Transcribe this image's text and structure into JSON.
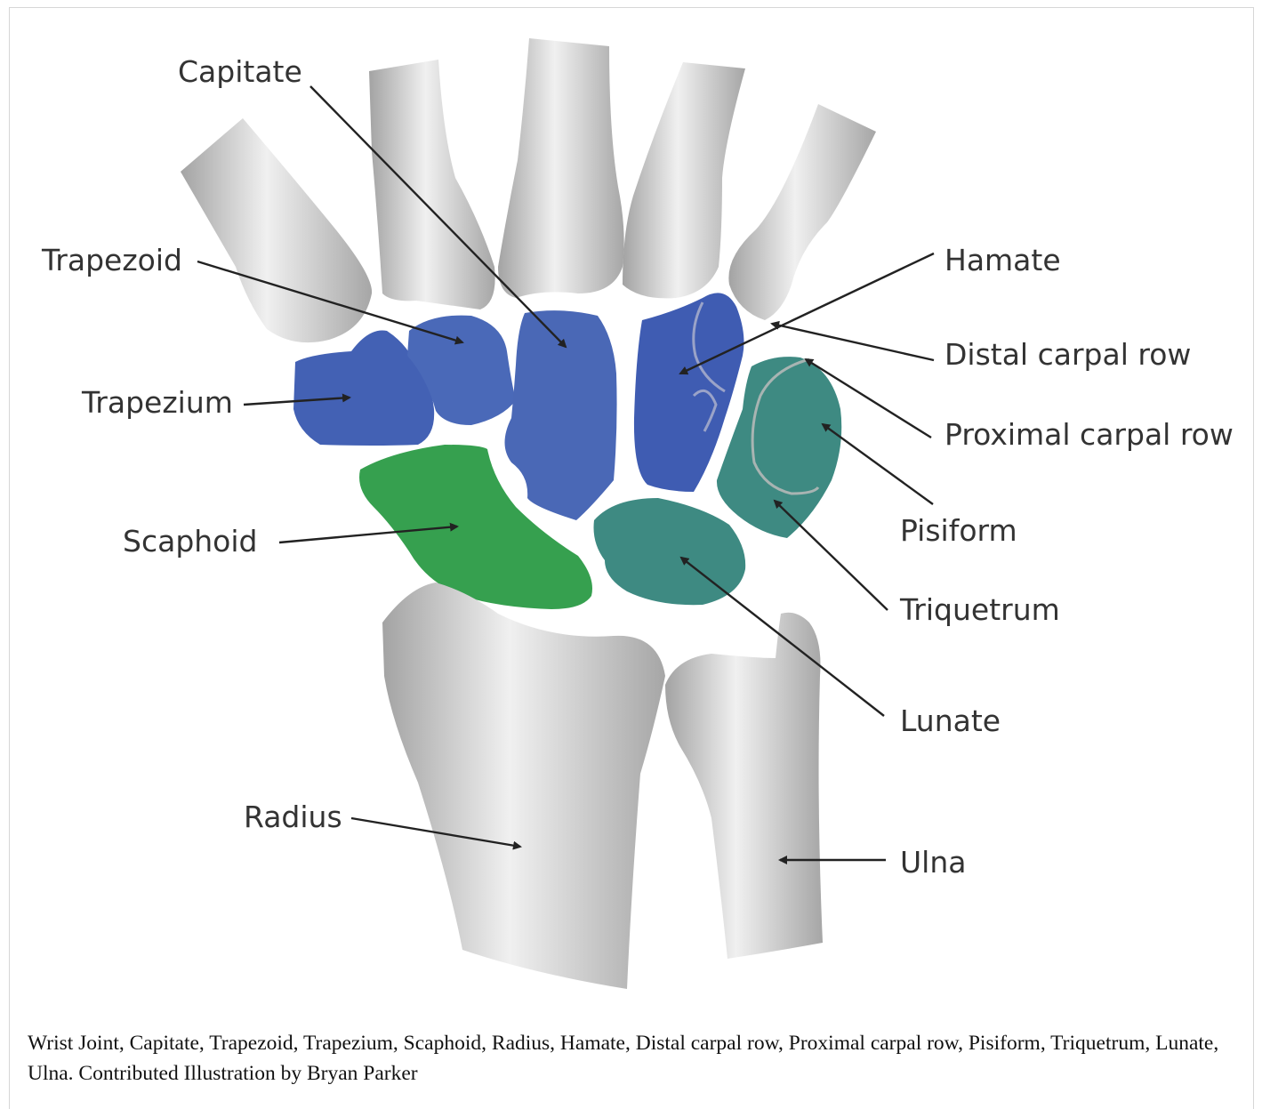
{
  "diagram": {
    "labels": {
      "capitate": "Capitate",
      "trapezoid": "Trapezoid",
      "trapezium": "Trapezium",
      "scaphoid": "Scaphoid",
      "radius": "Radius",
      "hamate": "Hamate",
      "distal_carpal_row": "Distal carpal row",
      "proximal_carpal_row": "Proximal carpal row",
      "pisiform": "Pisiform",
      "triquetrum": "Triquetrum",
      "lunate": "Lunate",
      "ulna": "Ulna"
    },
    "colors": {
      "distal_row_blue": "#4361b4",
      "scaphoid_green": "#36a04f",
      "proximal_teal": "#3e8a82",
      "bone_gray": "#b8b8b8",
      "arrow": "#222222"
    }
  },
  "caption": "Wrist Joint, Capitate, Trapezoid, Trapezium, Scaphoid, Radius, Hamate, Distal carpal row, Proximal carpal row, Pisiform, Triquetrum, Lunate, Ulna. Contributed Illustration by Bryan Parker"
}
